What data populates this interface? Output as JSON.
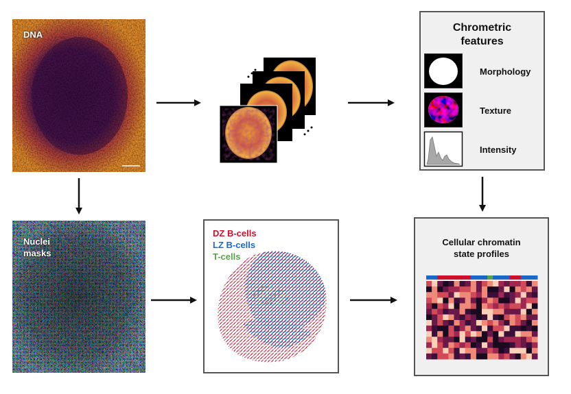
{
  "panels": {
    "dna_label": "DNA",
    "masks_label": [
      "Nuclei",
      "masks"
    ]
  },
  "chrometric": {
    "title": [
      "Chrometric",
      "features"
    ],
    "features": [
      {
        "label": "Morphology",
        "icon": "morphology-icon"
      },
      {
        "label": "Texture",
        "icon": "texture-icon"
      },
      {
        "label": "Intensity",
        "icon": "intensity-icon"
      }
    ]
  },
  "clusters": {
    "legend": [
      {
        "label": "DZ B-cells",
        "color": "#d0102a"
      },
      {
        "label": "LZ B-cells",
        "color": "#1a68c8"
      },
      {
        "label": "T-cells",
        "color": "#5aa24a"
      }
    ]
  },
  "profiles": {
    "title": [
      "Cellular chromatin",
      "state profiles"
    ]
  },
  "colors": {
    "arrow": "#111111",
    "box_bg": "#f0f0f0",
    "box_border": "#555555"
  }
}
